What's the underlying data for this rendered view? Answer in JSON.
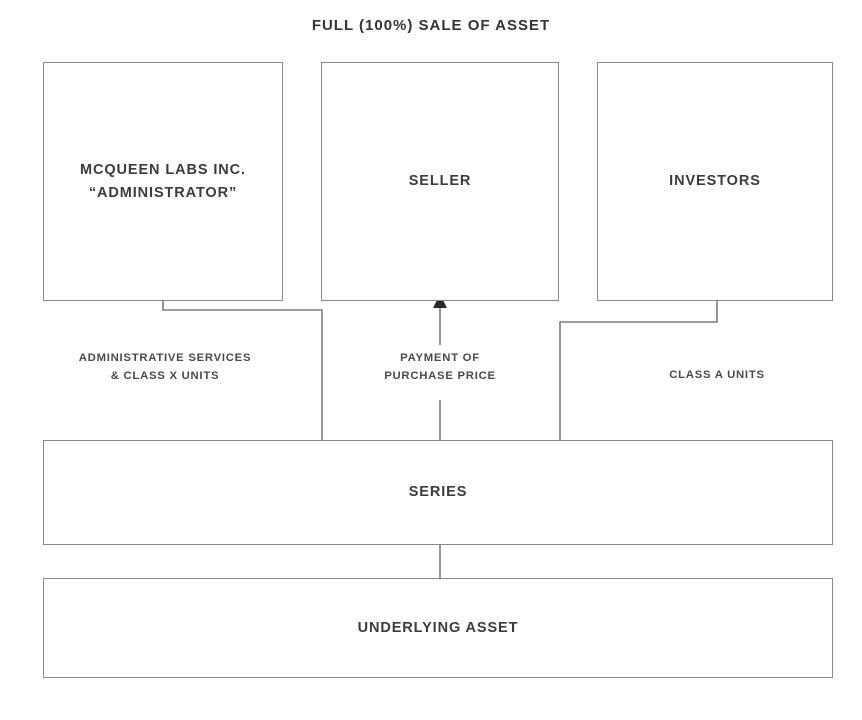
{
  "diagram": {
    "title": "FULL (100%) SALE OF ASSET",
    "nodes": {
      "administrator": "MCQUEEN LABS INC.\n“ADMINISTRATOR”",
      "seller": "SELLER",
      "investors": "INVESTORS",
      "series": "SERIES",
      "underlying_asset": "UNDERLYING ASSET"
    },
    "edge_labels": {
      "admin_services": "ADMINISTRATIVE SERVICES\n& CLASS X UNITS",
      "payment": "PAYMENT OF\nPURCHASE PRICE",
      "class_a_units": "CLASS A UNITS"
    },
    "colors": {
      "border": "#8a8a8a",
      "connector": "#7d7d7d",
      "text": "#3c3c3c",
      "background": "#ffffff"
    }
  }
}
